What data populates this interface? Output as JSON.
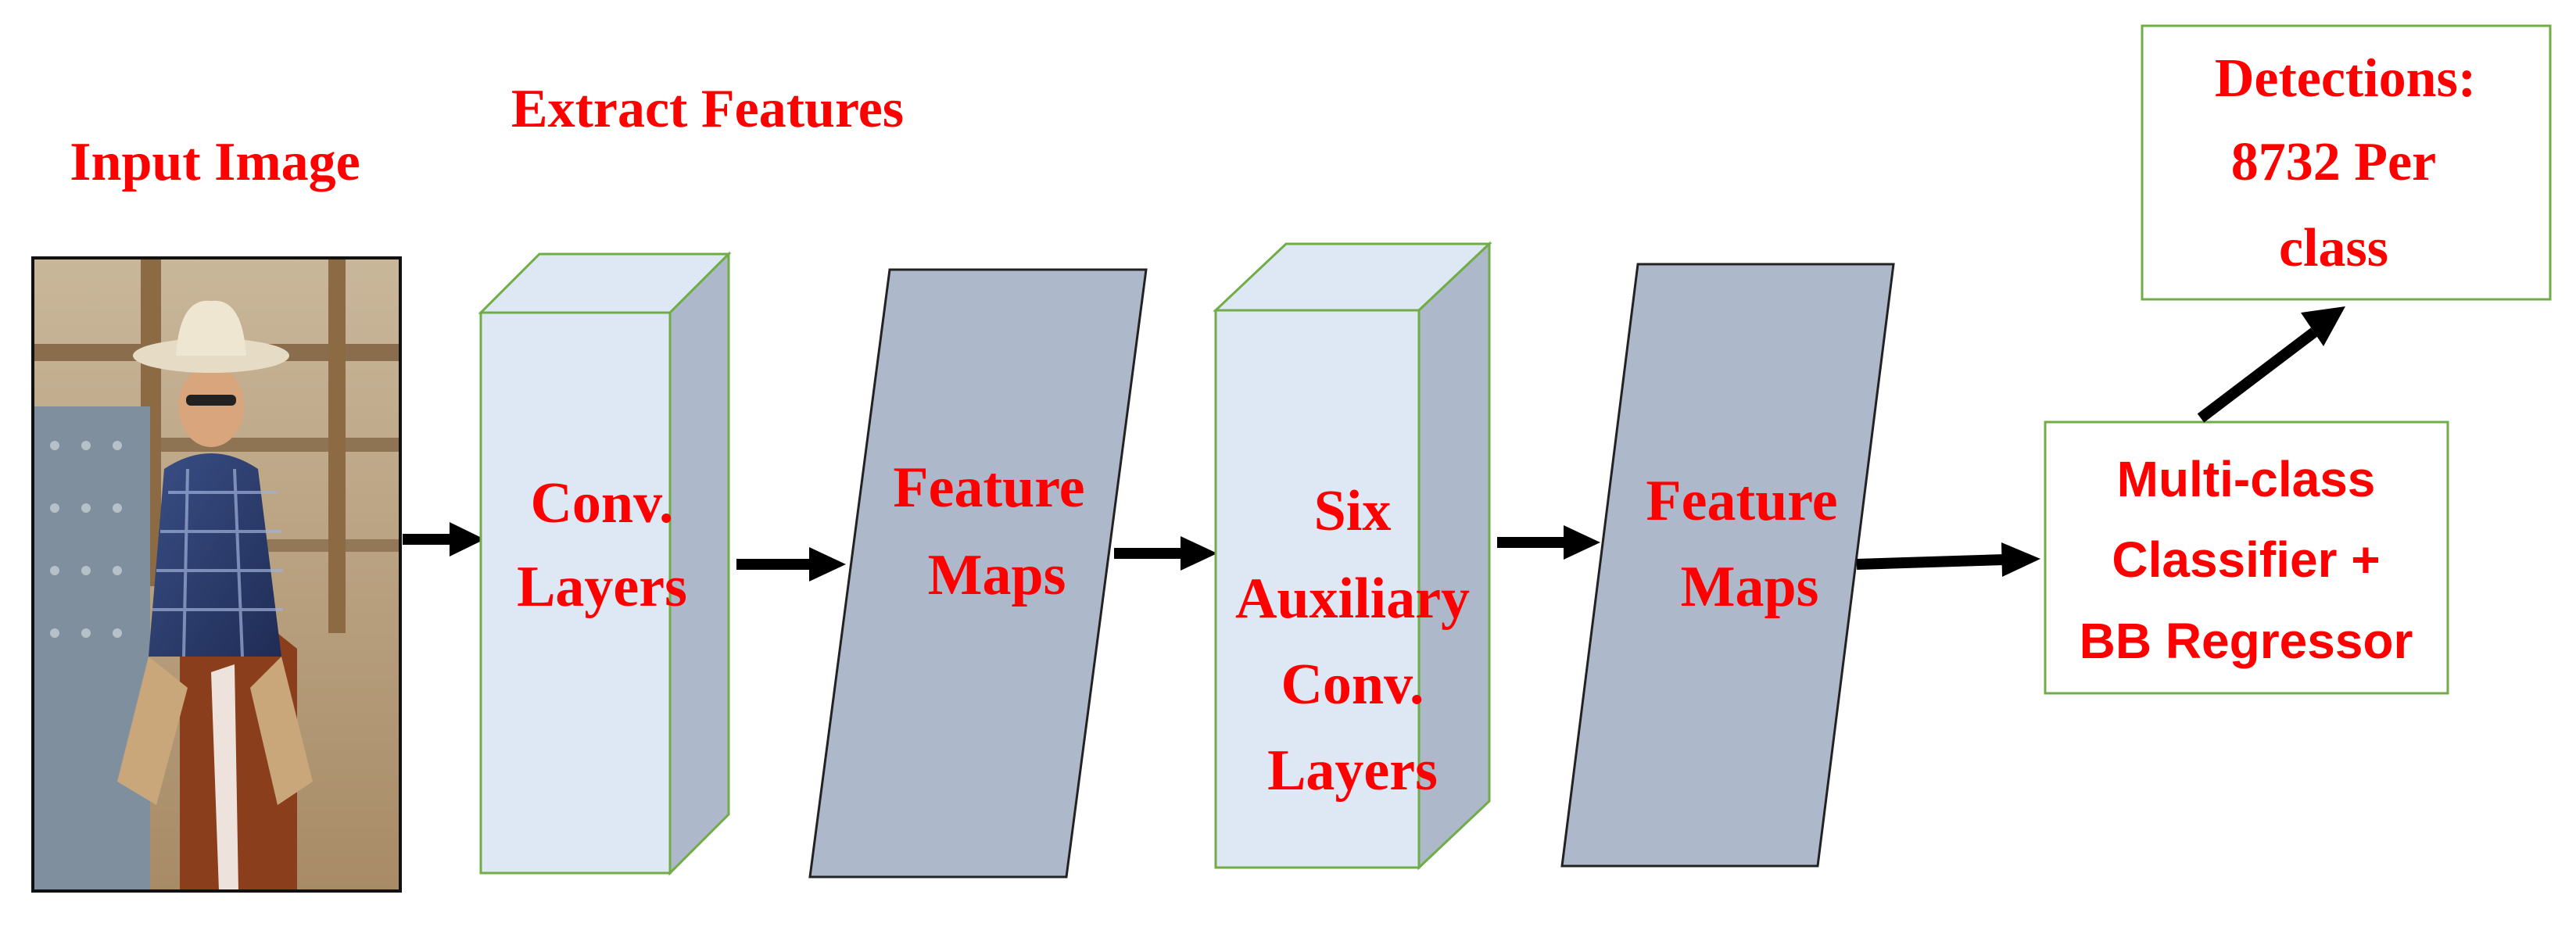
{
  "labels": {
    "input_image": "Input Image",
    "extract_features": "Extract Features"
  },
  "conv_layers": {
    "line1": "Conv.",
    "line2": "Layers"
  },
  "feature_maps_1": {
    "line1": "Feature",
    "line2": "Maps"
  },
  "aux_conv_layers": {
    "line1": "Six",
    "line2": "Auxiliary",
    "line3": "Conv.",
    "line4": "Layers"
  },
  "feature_maps_2": {
    "line1": "Feature",
    "line2": "Maps"
  },
  "classifier": {
    "line1": "Multi-class",
    "line2": "Classifier +",
    "line3": "BB Regressor"
  },
  "detections": {
    "line1": "Detections:",
    "line2": "8732 Per",
    "line3": "class"
  },
  "colors": {
    "label_text": "#ff0000",
    "box_fill": "#dee8f5",
    "box_side": "#adb9ca",
    "box_stroke": "#70ad47",
    "feature_map_fill": "#adb9ca",
    "arrow": "#000000"
  }
}
